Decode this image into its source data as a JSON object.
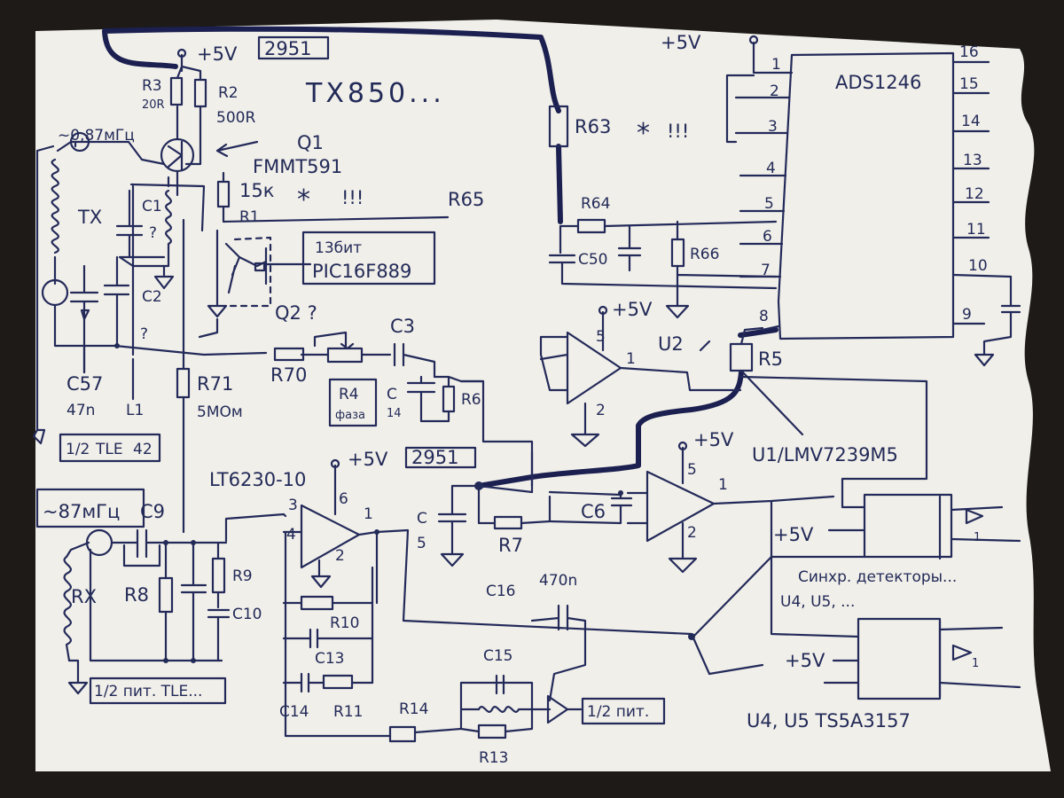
{
  "labels": {
    "tx850": "TX850...",
    "plus5_top": "+5V",
    "box_2951_top": "2951",
    "r3": "R3",
    "r3_val": "20R",
    "r2": "R2",
    "r2_val": "500R",
    "q1": "Q1",
    "q1_part": "FMMT591",
    "tx_freq": "~0,87мГц",
    "tx": "TX",
    "c1": "C1",
    "q_mark1": "?",
    "c2": "C2",
    "q_mark2": "?",
    "r1_val": "15к",
    "star1": "*",
    "excl1": "!!!",
    "r1": "R1",
    "r65": "R65",
    "mcu_pin": "13бит",
    "mcu": "PIC16F889",
    "q2": "Q2 ?",
    "r63": "R63",
    "star2": "*",
    "excl2": "!!!",
    "r64": "R64",
    "c50": "C50",
    "r66": "R66",
    "plus5_adc": "+5V",
    "adc": "ADS1246",
    "adc_pins_left": [
      "1",
      "2",
      "3",
      "4",
      "5",
      "6",
      "7",
      "8"
    ],
    "adc_pins_right": [
      "16",
      "15",
      "14",
      "13",
      "12",
      "11",
      "10",
      "9"
    ],
    "plus5_u2": "+5V",
    "u2": "U2",
    "u2_pin5": "5",
    "u2_pin1": "1",
    "u2_pin2": "2",
    "r5": "R5",
    "c57": "C57",
    "c57_val": "47n",
    "l1": "L1",
    "r71": "R71",
    "r71_val": "5MOм",
    "r70": "R70",
    "c3": "C3",
    "r4": "R4",
    "r4_val": "фаза",
    "c14": "C",
    "c14_num": "14",
    "r6": "R6",
    "half_tle42": [
      "1/2",
      "TLE",
      "42"
    ],
    "plus5_mid": "+5V",
    "box_2951_mid": "2951",
    "lt6230": "LT6230-10",
    "pin6": "6",
    "pin3": "3",
    "pin4": "4",
    "pin1": "1",
    "pin2": "2",
    "rx_freq": "~87мГц",
    "c9": "C9",
    "rx": "RX",
    "r8": "R8",
    "r9": "R9",
    "c10": "C10",
    "r10": "R10",
    "c13": "C13",
    "c14b": "C14",
    "r11": "R11",
    "r14": "R14",
    "r13": "R13",
    "c15": "C15",
    "c16": "C16",
    "c16_val": "470n",
    "half_pit_bottom": "1/2 пит.",
    "half_pit_tle": "1/2 пит. TLE...",
    "c5": "C",
    "c5_num": "5",
    "r7": "R7",
    "c6": "C6",
    "plus5_u1": "+5V",
    "u1_pin5": "5",
    "u1_pin1": "1",
    "u1_pin2": "2",
    "u1": "U1/LMV7239M5",
    "plus5_sd1": "+5V",
    "sync_det": "Синхр. детекторы...",
    "u4u5": "U4, U5, ...",
    "plus5_sd2": "+5V",
    "u4u5_part": "U4, U5  TS5A3157",
    "sd_out1": "1",
    "sd_out2": "1"
  }
}
